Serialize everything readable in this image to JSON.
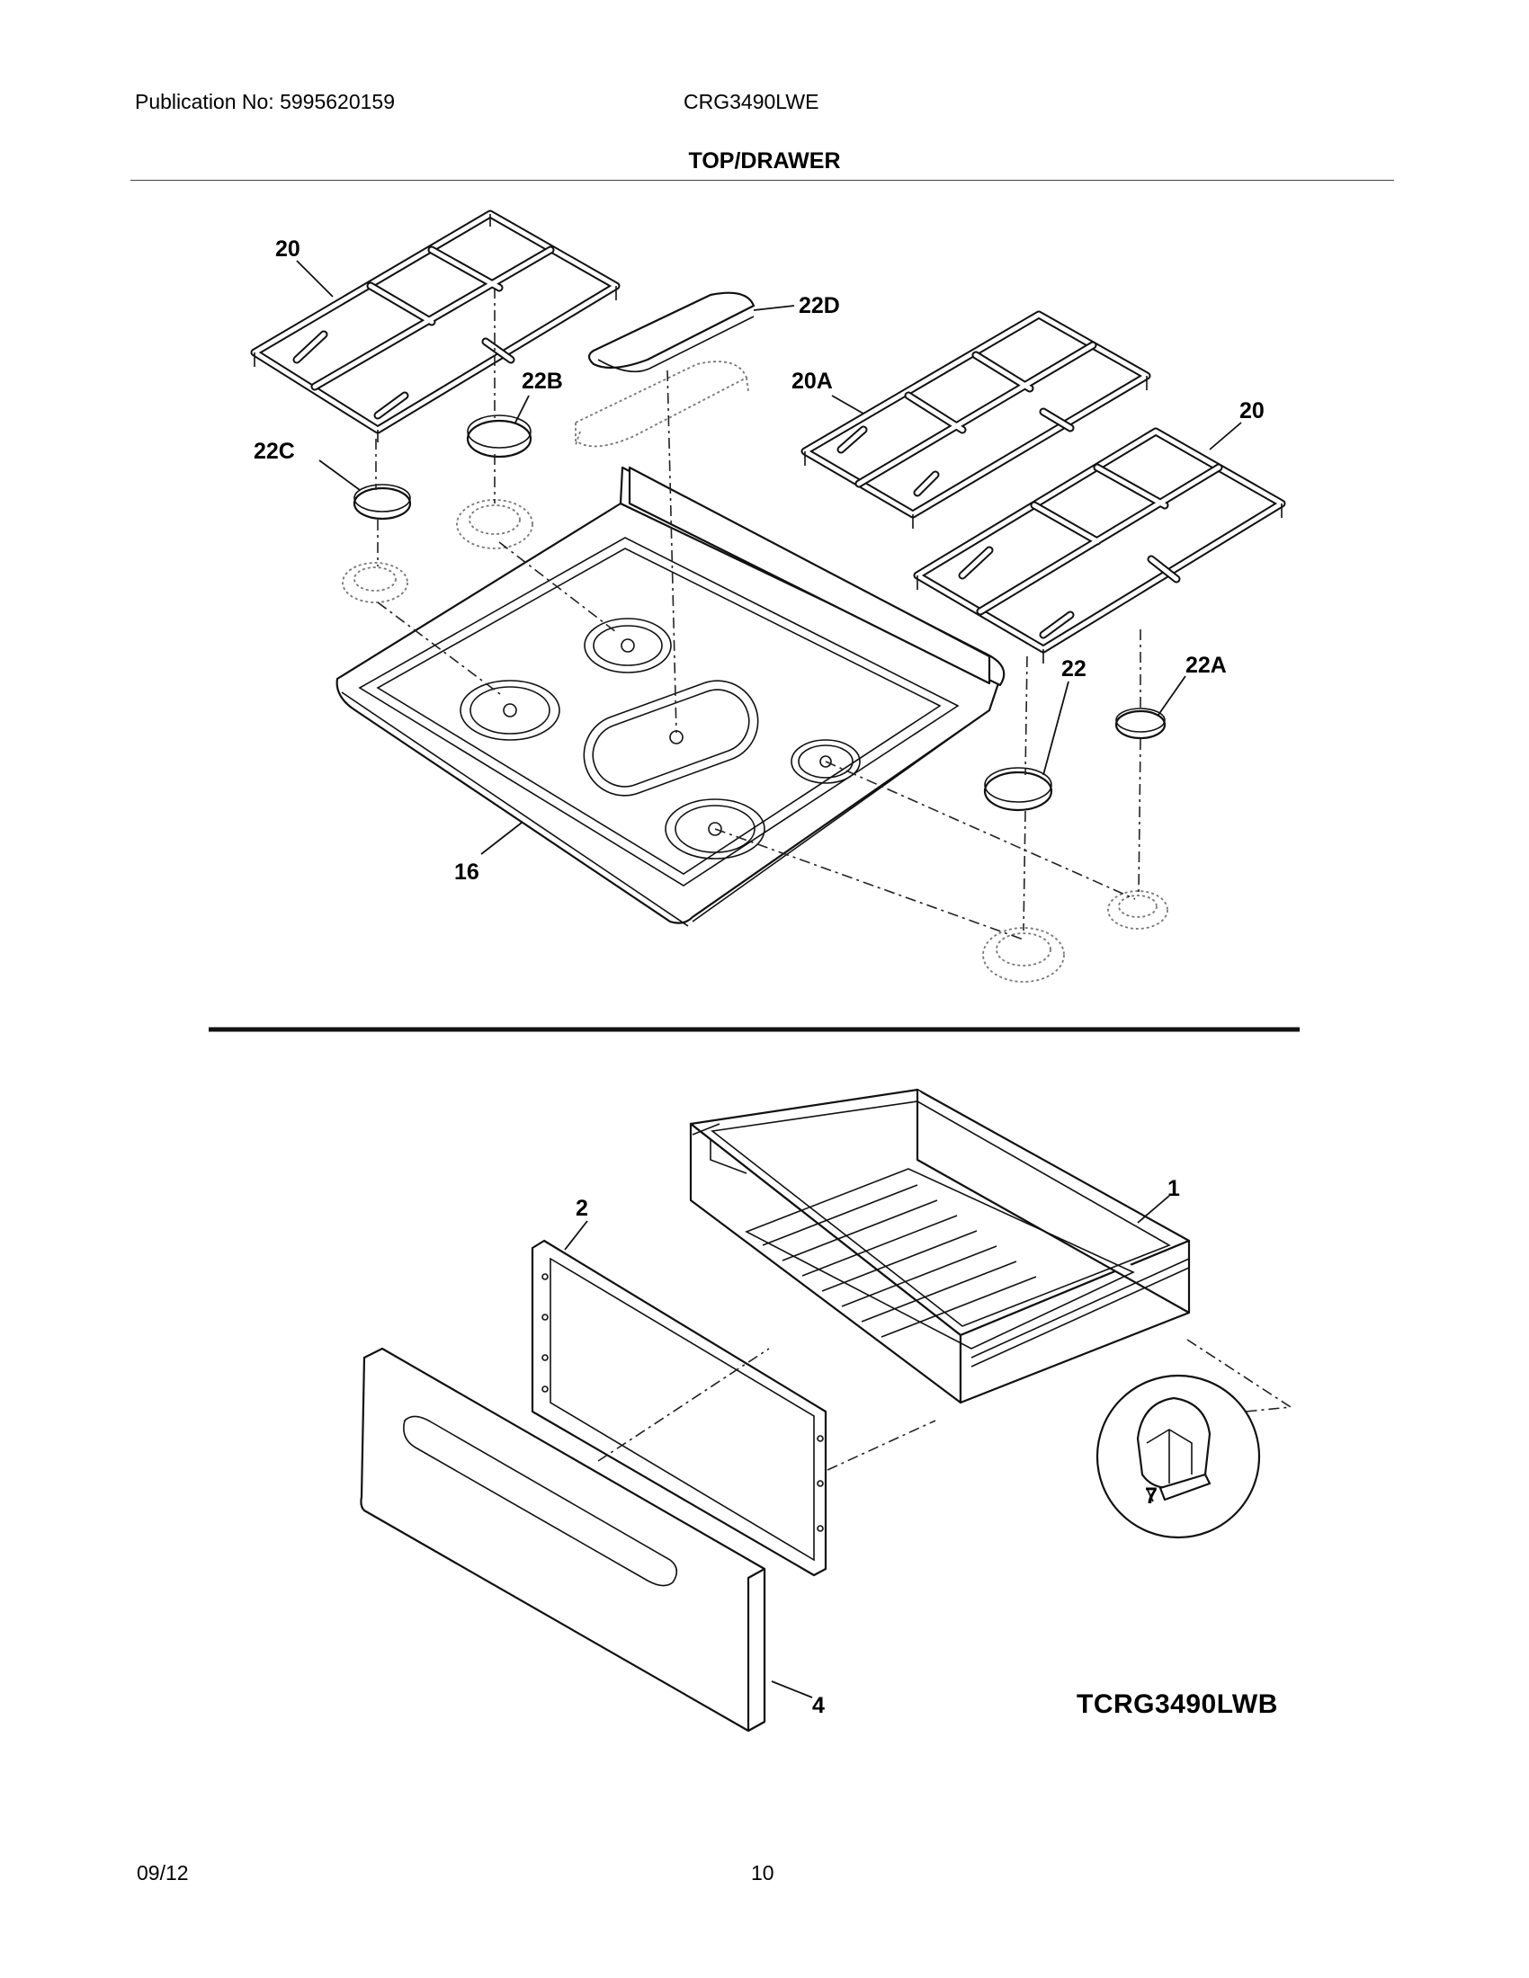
{
  "header": {
    "publication": "Publication No: 5995620159",
    "model": "CRG3490LWE",
    "section_title": "TOP/DRAWER"
  },
  "callouts": {
    "grate_left": "20",
    "grate_right": "20",
    "grate_center": "20A",
    "cap_22": "22",
    "cap_22a": "22A",
    "cap_22b": "22B",
    "cap_22c": "22C",
    "cap_22d": "22D",
    "cooktop": "16",
    "drawer_body": "1",
    "drawer_frame": "2",
    "drawer_panel": "4",
    "drawer_clip": "7"
  },
  "diagram_id": "TCRG3490LWB",
  "footer": {
    "date": "09/12",
    "page": "10"
  }
}
